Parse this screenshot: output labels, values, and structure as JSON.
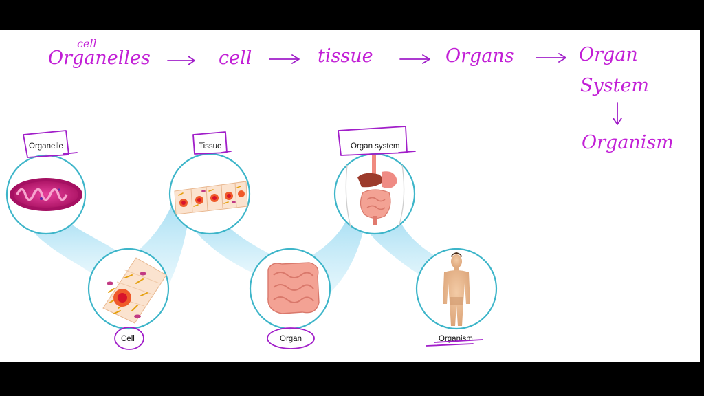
{
  "colors": {
    "ink": "#c21fd6",
    "ring": "#3db5c9",
    "beam": "#bfe8f6"
  },
  "handwriting": {
    "top_note": "cell",
    "step1": "Organelles",
    "step2": "cell",
    "step3": "tissue",
    "step4": "Organs",
    "step5_line1": "Organ",
    "step5_line2": "System",
    "step6": "Organism",
    "arrow_icon": "right-arrow-icon",
    "down_arrow_icon": "down-arrow-icon"
  },
  "diagram": {
    "labels": {
      "organelle": "Organelle",
      "cell": "Cell",
      "tissue": "Tissue",
      "organ": "Organ",
      "organ_system": "Organ system",
      "organism": "Organism"
    },
    "icons": {
      "organelle": "mitochondrion-icon",
      "cell": "cell-icon",
      "tissue": "tissue-icon",
      "organ": "intestine-icon",
      "organ_system": "digestive-system-icon",
      "organism": "human-figure-icon"
    }
  }
}
